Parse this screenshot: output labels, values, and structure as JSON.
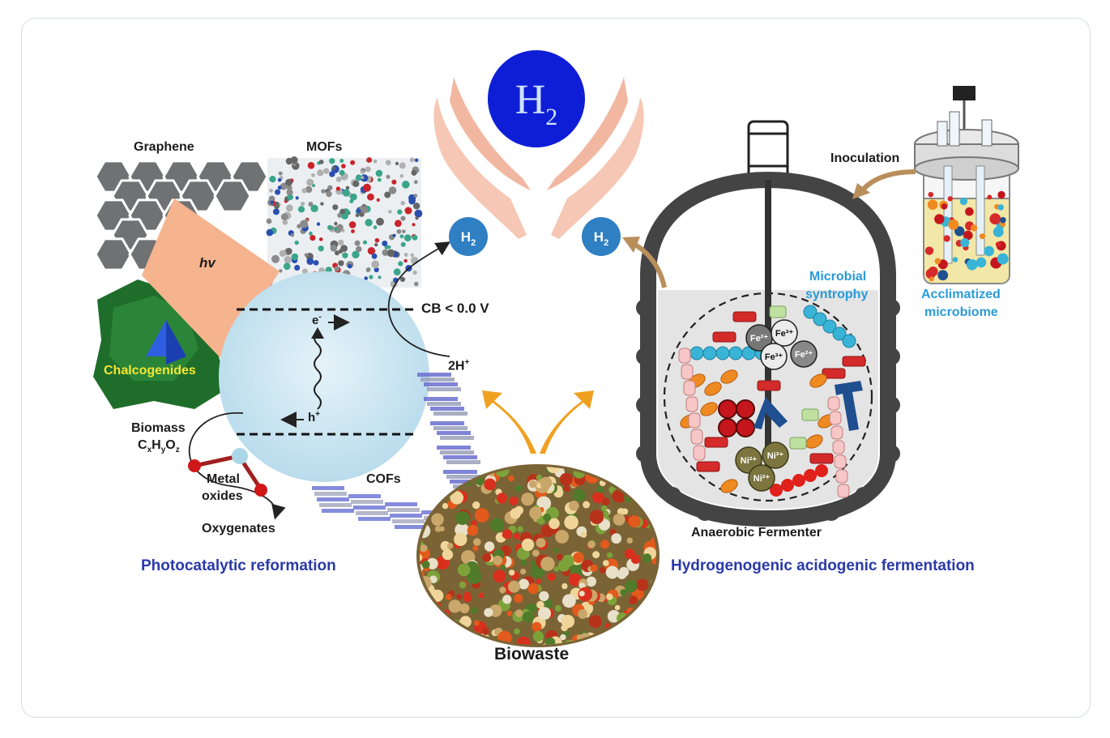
{
  "center": {
    "h2_main": {
      "base": "H",
      "sub": "2"
    },
    "biowaste_label": "Biowaste"
  },
  "left": {
    "graphene": "Graphene",
    "mofs": "MOFs",
    "hv": "hv",
    "chalcogenides": "Chalcogenides",
    "cb_level": "CB < 0.0 V",
    "electron": {
      "base": "e",
      "sup": "-"
    },
    "hole": {
      "base": "h",
      "sup": "+"
    },
    "proton": {
      "base": "2H",
      "sup": "+"
    },
    "h2_product": {
      "base": "H",
      "sub": "2"
    },
    "biomass": "Biomass",
    "formula": {
      "c": "C",
      "x": "x",
      "h": "H",
      "y": "y",
      "o": "O",
      "z": "z"
    },
    "metal_oxides_line1": "Metal",
    "metal_oxides_line2": "oxides",
    "cofs": "COFs",
    "oxygenates": "Oxygenates",
    "title": "Photocatalytic reformation"
  },
  "right": {
    "h2_product": {
      "base": "H",
      "sub": "2"
    },
    "inoculation": "Inoculation",
    "acclimatized_line1": "Acclimatized",
    "acclimatized_line2": "microbiome",
    "syntrophy_line1": "Microbial",
    "syntrophy_line2": "syntrophy",
    "fe_ions": [
      "Fe²⁺",
      "Fe³⁺",
      "Fe³⁺",
      "Fe²⁺"
    ],
    "ni_ions": [
      "Ni²⁺",
      "Ni²⁺",
      "Ni²⁺"
    ],
    "fermenter": "Anaerobic Fermenter",
    "title": "Hydrogenogenic acidogenic fermentation"
  },
  "colors": {
    "title_blue": "#2a3aa8",
    "h2_blue": "#0e1ed6",
    "bubble_blue": "#2f7fc3",
    "graphene_gray": "#6f7173",
    "light_peach": "#f5b38e",
    "sphere": "#cfe6f1",
    "chalco_green": "#1f6d2a",
    "chalco_yellow": "#f3e534",
    "arrow_orange": "#f0a020",
    "inoc_brown": "#b98e5b",
    "cyan_text": "#2a9bd8"
  }
}
